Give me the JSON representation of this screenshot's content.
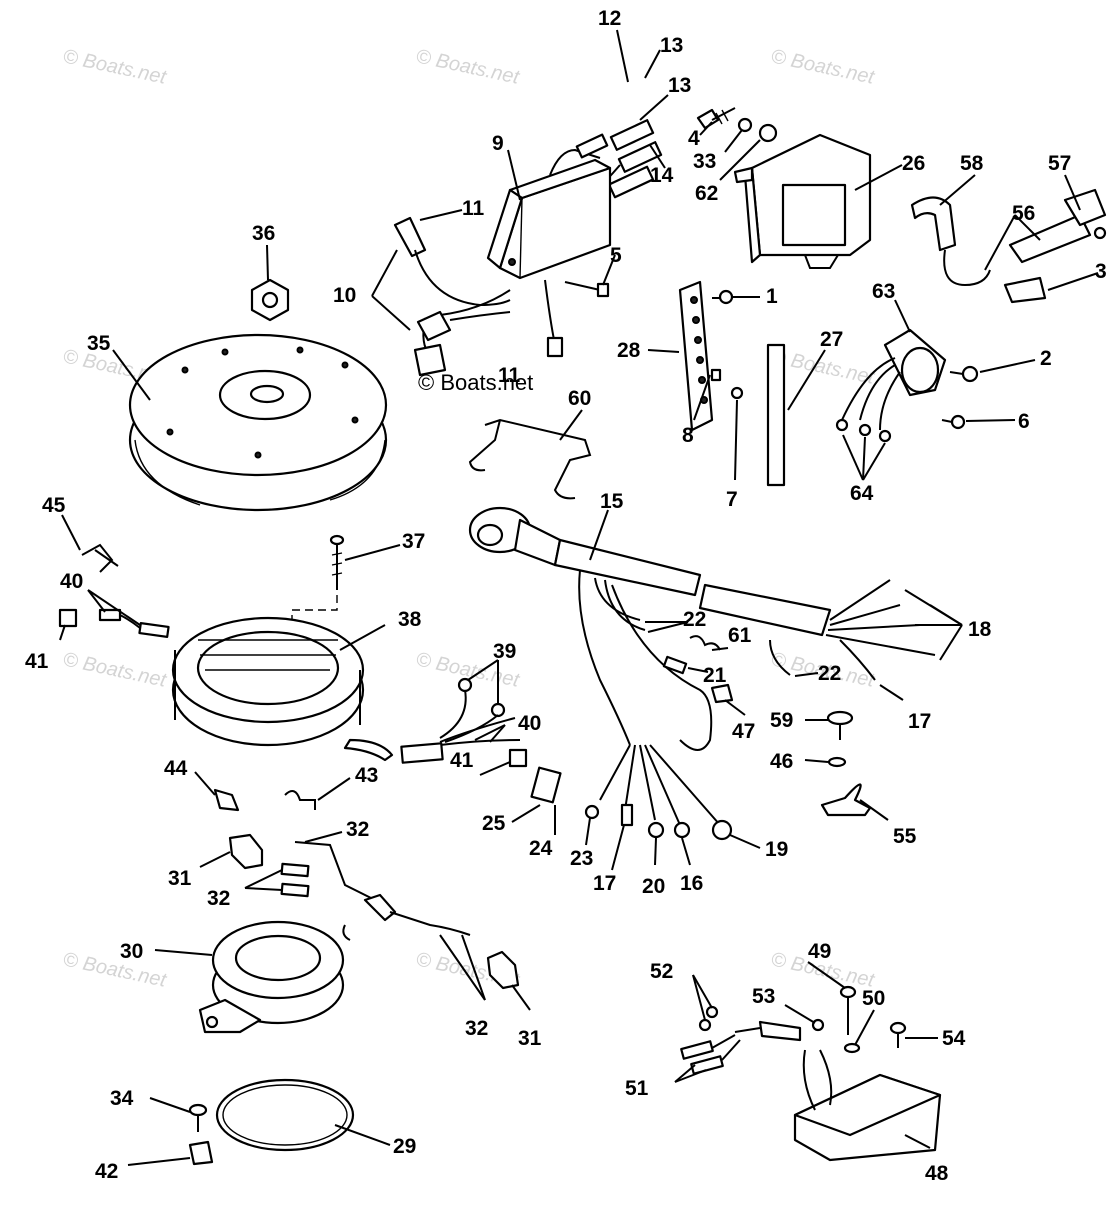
{
  "watermark": "© Boats.net",
  "parts": {
    "p12": "12",
    "p13a": "13",
    "p13b": "13",
    "p4": "4",
    "p33": "33",
    "p14": "14",
    "p62": "62",
    "p9": "9",
    "p26": "26",
    "p58": "58",
    "p57": "57",
    "p56": "56",
    "p11a": "11",
    "p36": "36",
    "p10": "10",
    "p5": "5",
    "p3": "3",
    "p1": "1",
    "p63": "63",
    "p35": "35",
    "p11b": "11",
    "p28": "28",
    "p27": "27",
    "p2": "2",
    "p60": "60",
    "p6": "6",
    "p8": "8",
    "p7": "7",
    "p64": "64",
    "p45": "45",
    "p15": "15",
    "p37": "37",
    "p40a": "40",
    "p38": "38",
    "p22a": "22",
    "p18": "18",
    "p41a": "41",
    "p61": "61",
    "p39": "39",
    "p21": "21",
    "p22b": "22",
    "p40b": "40",
    "p47": "47",
    "p17a": "17",
    "p59": "59",
    "p46": "46",
    "p41b": "41",
    "p44": "44",
    "p43": "43",
    "p32a": "32",
    "p55": "55",
    "p25": "25",
    "p24": "24",
    "p23": "23",
    "p19": "19",
    "p31a": "31",
    "p17b": "17",
    "p20": "20",
    "p16": "16",
    "p32b": "32",
    "p30": "30",
    "p49": "49",
    "p52": "52",
    "p50": "50",
    "p53": "53",
    "p54": "54",
    "p32c": "32",
    "p31b": "31",
    "p51": "51",
    "p34": "34",
    "p29": "29",
    "p42": "42",
    "p48": "48"
  }
}
